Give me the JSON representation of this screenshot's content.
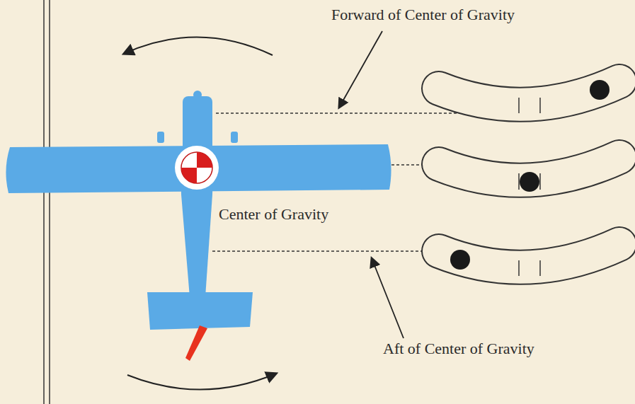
{
  "diagram": {
    "labels": [
      "Forward of Center of Gravity",
      "Center of Gravity",
      "Aft of Center of Gravity"
    ]
  }
}
